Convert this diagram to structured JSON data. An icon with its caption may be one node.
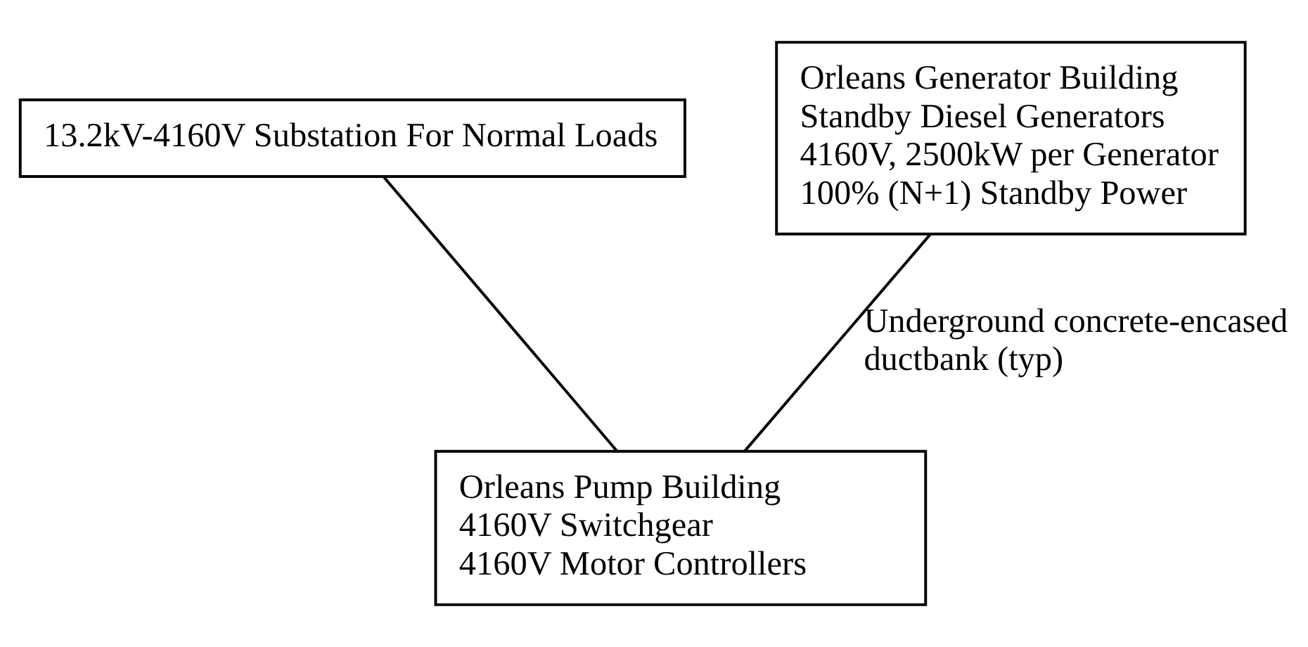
{
  "diagram": {
    "nodes": [
      {
        "text": [
          "13.2kV-4160V Substation For Normal Loads"
        ]
      },
      {
        "text": [
          "Orleans Generator Building",
          "Standby Diesel Generators",
          "4160V, 2500kW per Generator",
          "100% (N+1) Standby Power"
        ]
      },
      {
        "text": [
          "Orleans Pump Building",
          "4160V Switchgear",
          "4160V Motor Controllers"
        ]
      }
    ],
    "edges": [
      {
        "from": 0,
        "to": 2,
        "arrow": "none"
      },
      {
        "from": 1,
        "to": 2,
        "arrow": "none",
        "label": "Underground concrete-encased ductbank (typ)"
      }
    ]
  }
}
